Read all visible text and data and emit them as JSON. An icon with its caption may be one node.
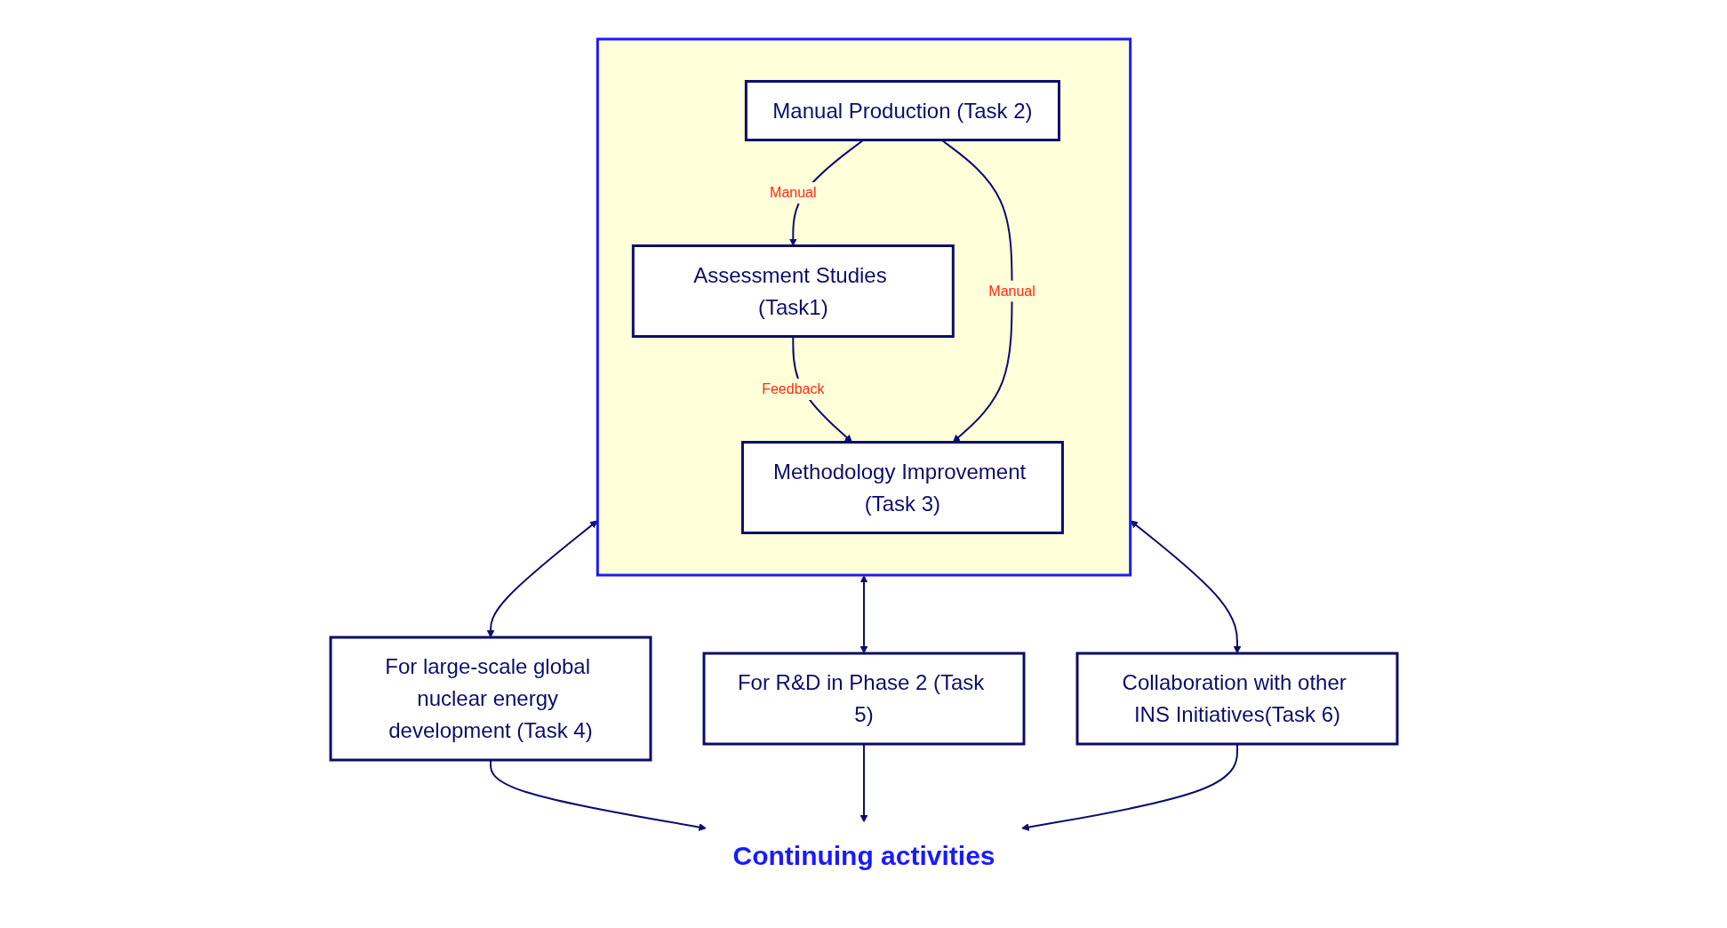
{
  "diagram": {
    "nodes": [
      {
        "text": [],
        "shape": "box"
      },
      {
        "text": [
          "Assessment Studies (Task1)"
        ],
        "in": 0
      },
      {
        "text": [
          "Manual Production (Task 2)"
        ],
        "in": 0
      },
      {
        "text": [
          "Methodology Improvement (Task 3)"
        ],
        "in": 0
      },
      {
        "text": [
          "For large-scale global nuclear energy development (Task 4)"
        ]
      },
      {
        "text": [
          "For R&D in Phase 2 (Task 5)"
        ]
      },
      {
        "text": [
          "Collaboration with other INS Initiatives(Task 6)"
        ]
      },
      {
        "text": [
          "Continuing activities"
        ]
      }
    ],
    "edges": [
      {
        "from": 2,
        "to": 1,
        "arrow": "to",
        "label": "Manual"
      },
      {
        "from": 1,
        "to": 3,
        "arrow": "to",
        "label": "Feedback"
      },
      {
        "from": 2,
        "to": 3,
        "arrow": "to",
        "label": "Manual"
      },
      {
        "from": 0,
        "to": 4,
        "arrow": "both"
      },
      {
        "from": 0,
        "to": 5,
        "arrow": "both"
      },
      {
        "from": 0,
        "to": 6,
        "arrow": "both"
      },
      {
        "from": 4,
        "to": 7,
        "arrow": "to"
      },
      {
        "from": 5,
        "to": 7,
        "arrow": "to"
      },
      {
        "from": 6,
        "to": 7,
        "arrow": "to"
      }
    ]
  }
}
